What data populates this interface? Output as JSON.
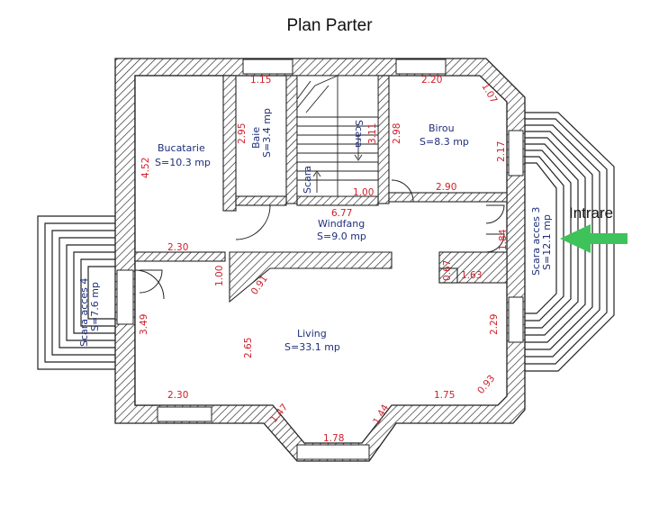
{
  "title": "Plan Parter",
  "entrance_label": "Intrare",
  "colors": {
    "wall_line": "#222222",
    "room_text": "#1f2f7a",
    "dimension_text": "#d0202a",
    "arrow": "#3ec25a"
  },
  "rooms": {
    "bucatarie": {
      "name": "Bucatarie",
      "area": "S=10.3 mp"
    },
    "baie": {
      "name": "Baie",
      "area": "S=3.4 mp"
    },
    "birou": {
      "name": "Birou",
      "area": "S=8.3 mp"
    },
    "windfang": {
      "name": "Windfang",
      "area": "S=9.0 mp"
    },
    "living": {
      "name": "Living",
      "area": "S=33.1 mp"
    },
    "scara3": {
      "name": "Scara acces 3",
      "area": "S=12.1 mp"
    },
    "scara4": {
      "name": "Scara acces 4",
      "area": "S=7.6 mp"
    },
    "scara_up": "Scara",
    "scara_down": "Scara"
  },
  "dims": {
    "d115": "1.15",
    "d220": "2.20",
    "d107": "1.07",
    "d295": "2.95",
    "d311": "3.11",
    "d298": "2.98",
    "d217": "2.17",
    "d452": "4.52",
    "d100a": "1.00",
    "d290": "2.90",
    "d677": "6.77",
    "d230a": "2.30",
    "d184": "1.84",
    "d100b": "1.00",
    "d091": "0.91",
    "d067": "0.67",
    "d163": "1.63",
    "d349": "3.49",
    "d265": "2.65",
    "d229": "2.29",
    "d230b": "2.30",
    "d147": "1.47",
    "d178": "1.78",
    "d144": "1.44",
    "d175": "1.75",
    "d093": "0.93"
  }
}
